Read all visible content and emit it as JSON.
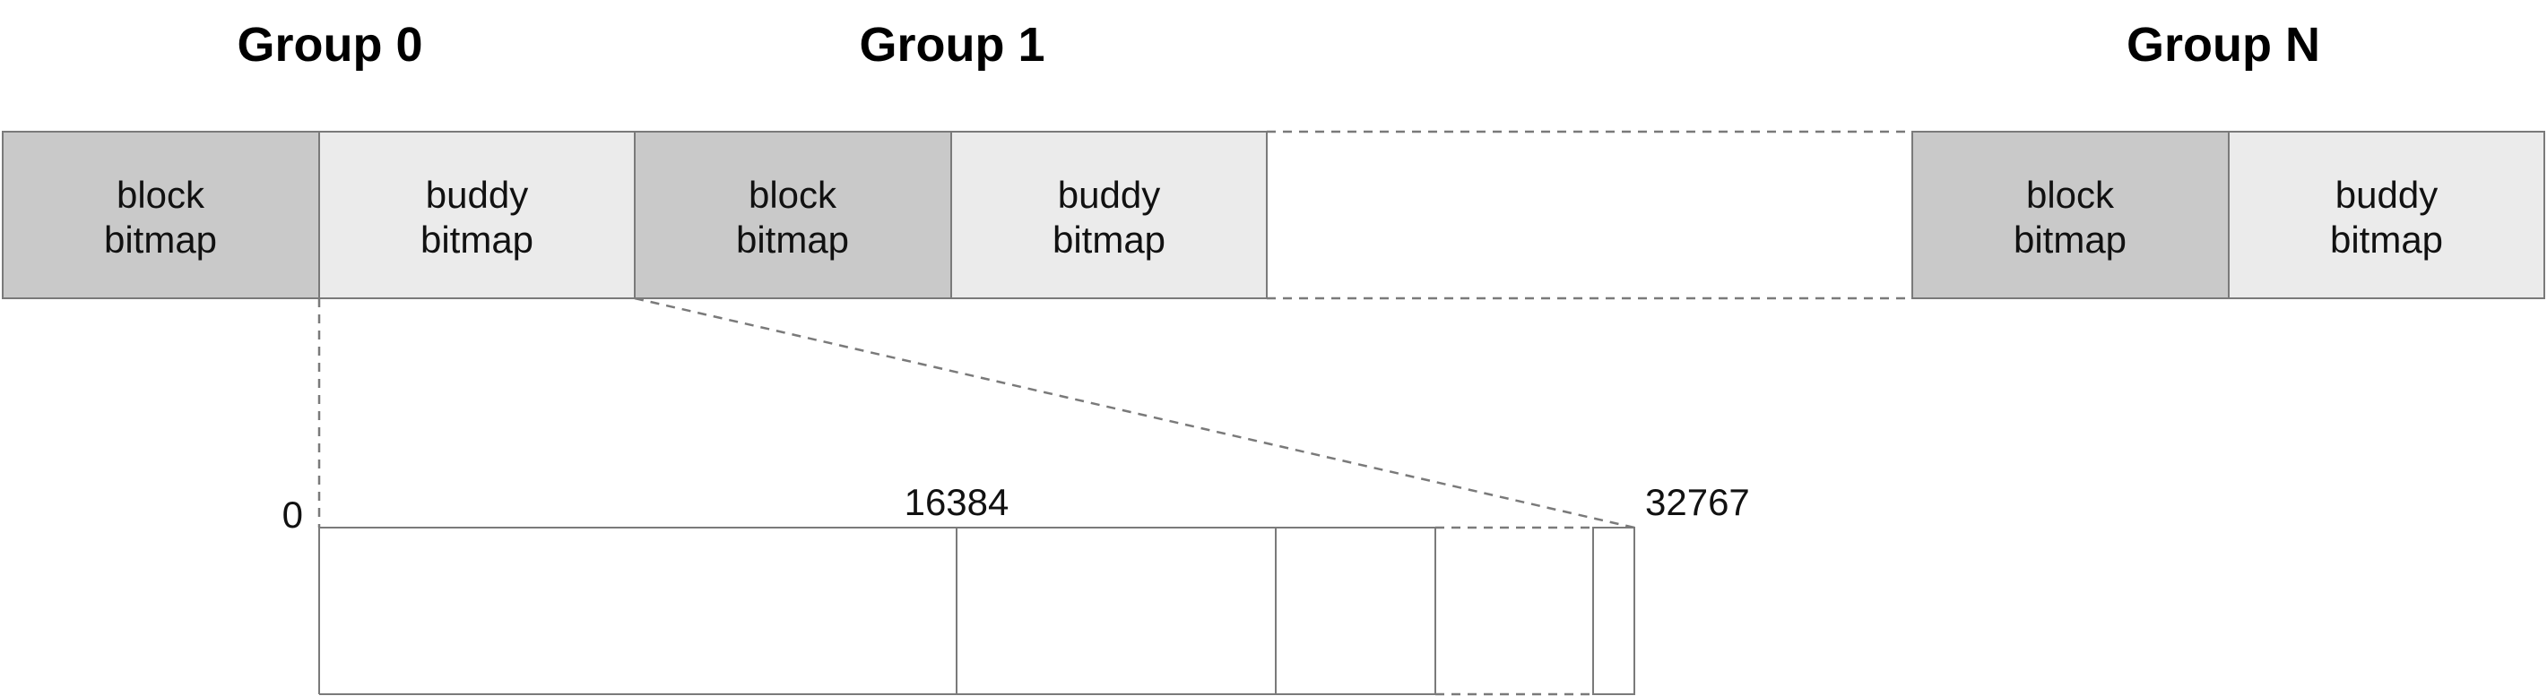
{
  "groups": {
    "g0_title": "Group 0",
    "g1_title": "Group 1",
    "gn_title": "Group N"
  },
  "cells": {
    "block_line1": "block",
    "block_line2": "bitmap",
    "buddy_line1": "buddy",
    "buddy_line2": "bitmap"
  },
  "bitmap_detail": {
    "start_index": "0",
    "mid_index": "16384",
    "end_index": "32767"
  },
  "colors": {
    "block_bitmap_fill": "#c9c9c9",
    "buddy_bitmap_fill": "#ebebeb",
    "outline": "#7a7a7a"
  }
}
